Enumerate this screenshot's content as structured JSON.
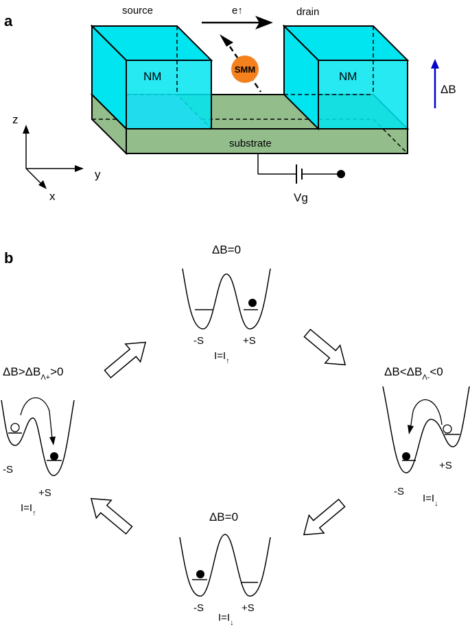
{
  "panel_a": {
    "label": "a",
    "source": "source",
    "drain": "drain",
    "electron": "e↑",
    "nm_left": "NM",
    "nm_right": "NM",
    "smm": "SMM",
    "substrate": "substrate",
    "delta_b": "ΔB",
    "gate": "Vg",
    "axes": {
      "z": "z",
      "y": "y",
      "x": "x"
    },
    "colors": {
      "electrode": "#00e5f0",
      "substrate": "#94bd8c",
      "overlap": "#d9a6d6",
      "smm": "#f5811e",
      "field_arrow": "#0000cc"
    }
  },
  "panel_b": {
    "label": "b",
    "top": {
      "title": "ΔB=0",
      "left": "-S",
      "right": "+S",
      "current": "I=I",
      "current_sub": "↑"
    },
    "right": {
      "title": "ΔB<ΔB",
      "title_sub": "Λ-",
      "title_end": "<0",
      "left": "-S",
      "right": "+S",
      "current": "I=I",
      "current_sub": "↓"
    },
    "bottom": {
      "title": "ΔB=0",
      "left": "-S",
      "right": "+S",
      "current": "I=I",
      "current_sub": "↓"
    },
    "left": {
      "title": "ΔB>ΔB",
      "title_sub": "Λ+",
      "title_end": ">0",
      "left": "-S",
      "right": "+S",
      "current": "I=I",
      "current_sub": "↑"
    }
  }
}
